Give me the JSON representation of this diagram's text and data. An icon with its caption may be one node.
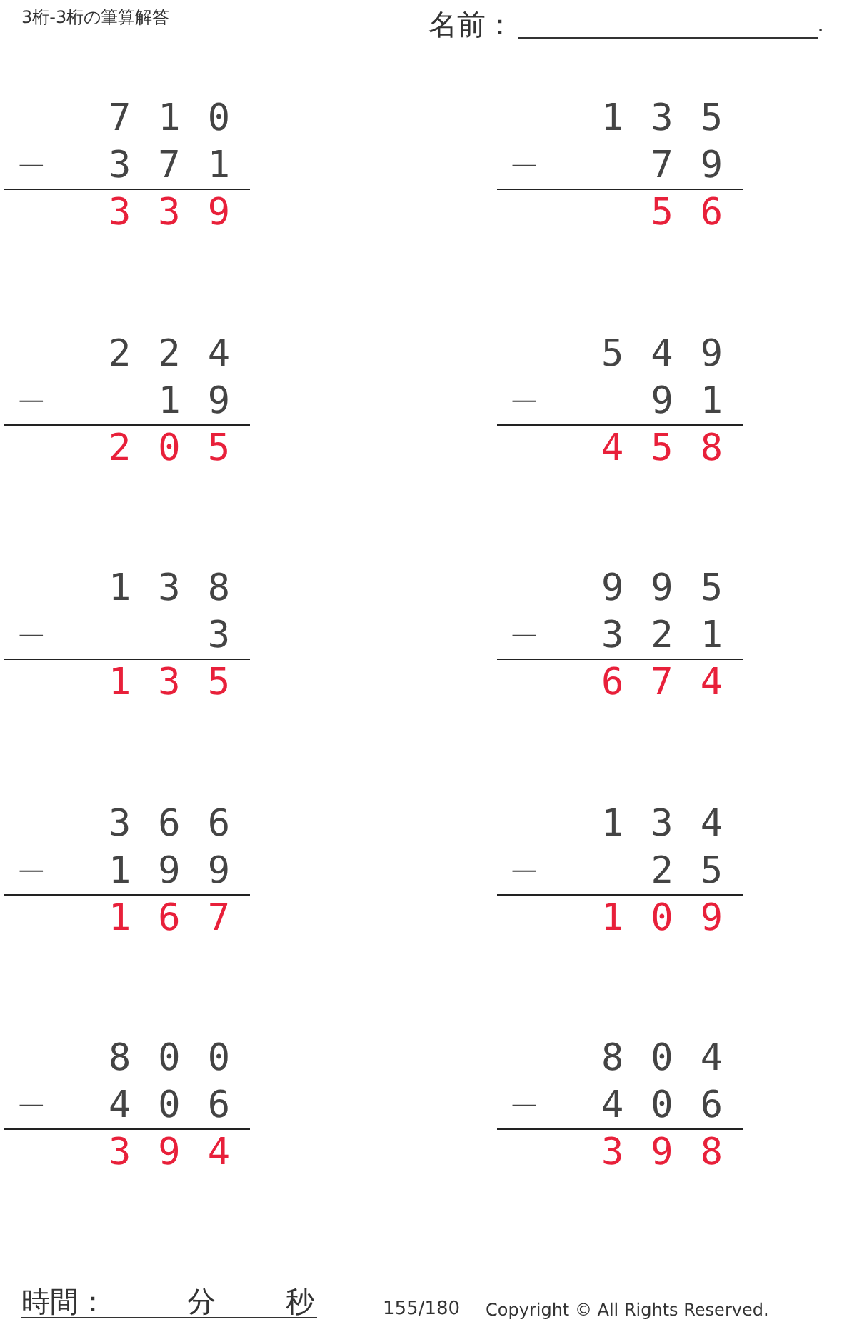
{
  "diagram": {
    "title": "3桁-3桁の筆算解答",
    "labels": [
      "名前：",
      ".",
      "710",
      "−",
      "371",
      "339",
      "135",
      "−",
      "79",
      "56",
      "224",
      "−",
      "19",
      "205",
      "549",
      "−",
      "91",
      "458",
      "138",
      "−",
      "3",
      "135",
      "995",
      "−",
      "321",
      "674",
      "366",
      "−",
      "199",
      "167",
      "134",
      "−",
      "25",
      "109",
      "800",
      "−",
      "406",
      "394",
      "804",
      "−",
      "406",
      "398",
      "時間：",
      "分",
      "秒",
      "155/180",
      "Copyright © All Rights Reserved."
    ]
  }
}
